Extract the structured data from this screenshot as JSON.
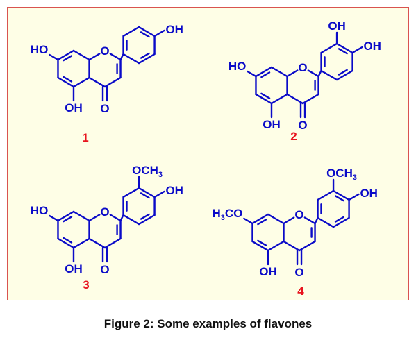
{
  "caption": "Figure 2: Some examples of flavones",
  "compounds": [
    {
      "number": "1",
      "labels": {
        "sub7": "HO",
        "sub5": "OH",
        "carbonyl": "O",
        "ring_o": "O",
        "sub4p": "OH"
      }
    },
    {
      "number": "2",
      "labels": {
        "sub7": "HO",
        "sub5": "OH",
        "carbonyl": "O",
        "ring_o": "O",
        "sub3p": "OH",
        "sub4p": "OH"
      }
    },
    {
      "number": "3",
      "labels": {
        "sub7": "HO",
        "sub5": "OH",
        "carbonyl": "O",
        "ring_o": "O",
        "sub3p_main": "OCH",
        "sub3p_sub": "3",
        "sub4p": "OH"
      }
    },
    {
      "number": "4",
      "labels": {
        "sub7_main": "H",
        "sub7_sub": "3",
        "sub7_rest": "CO",
        "sub5": "OH",
        "carbonyl": "O",
        "ring_o": "O",
        "sub3p_main": "OCH",
        "sub3p_sub": "3",
        "sub4p": "OH"
      }
    }
  ],
  "colors": {
    "bond": "#0a0ac8",
    "number": "#e8141e",
    "border": "#d9534f",
    "panel": "#fefee6"
  }
}
